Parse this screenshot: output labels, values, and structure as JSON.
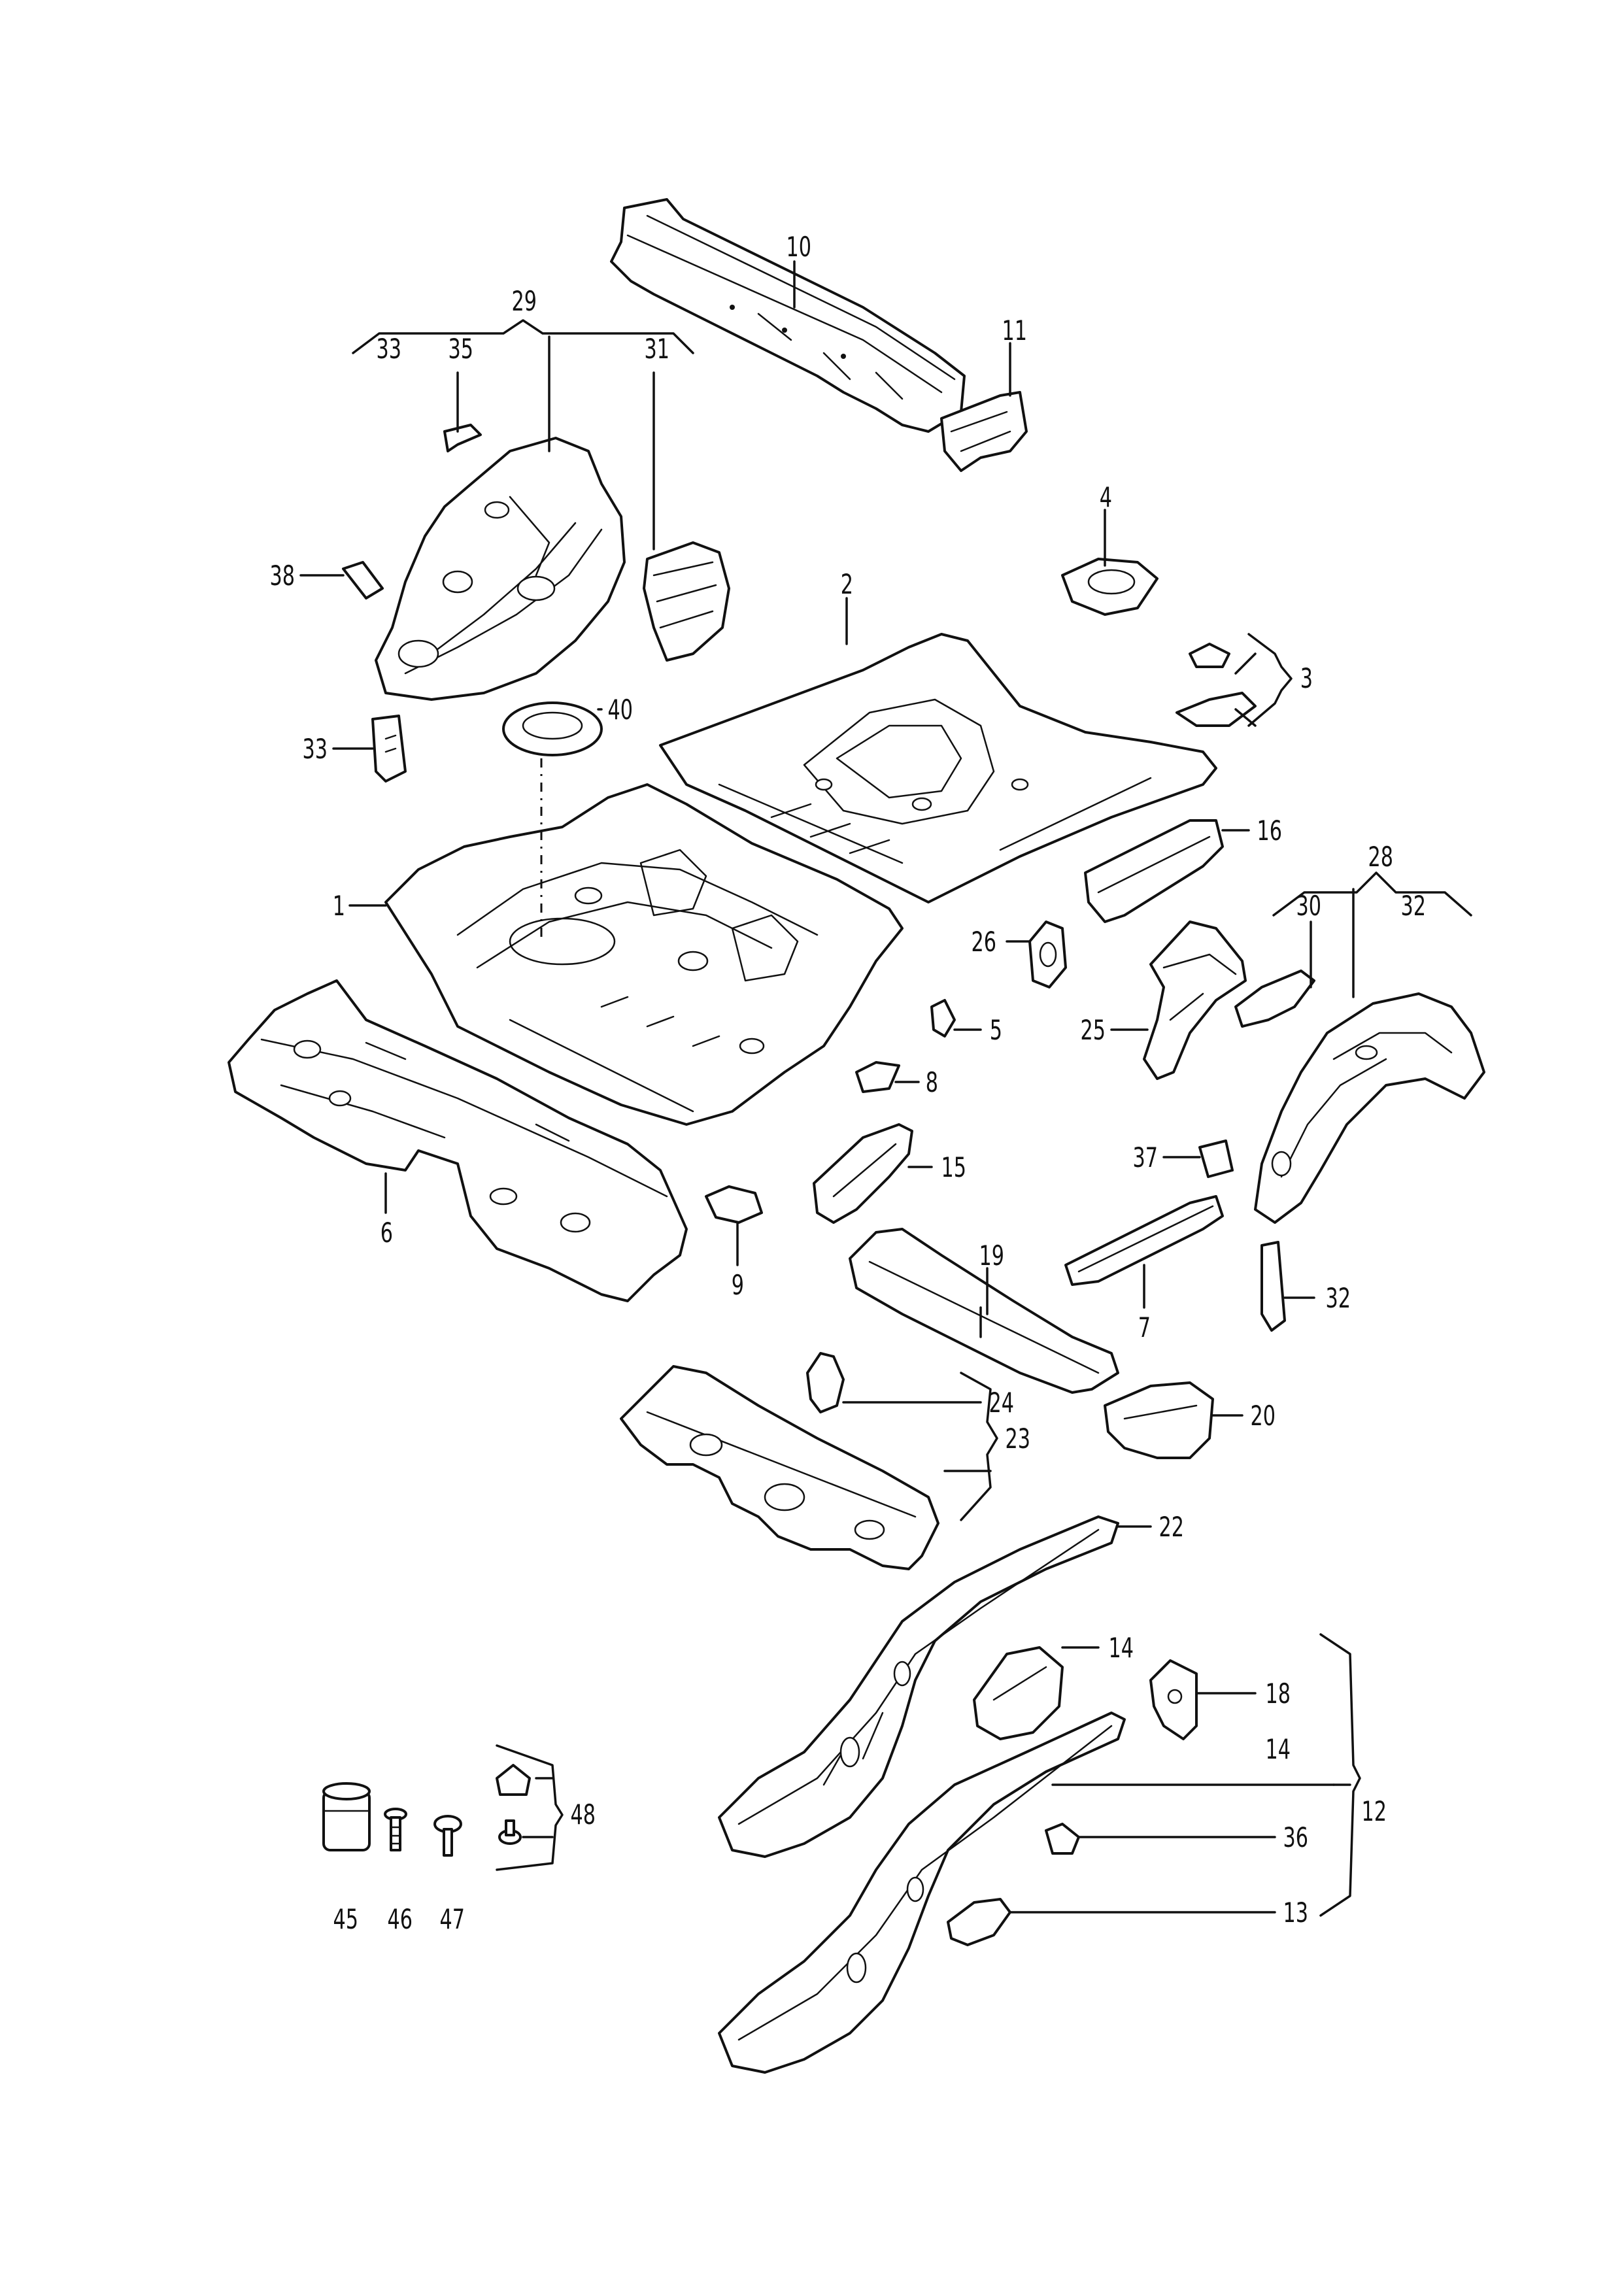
{
  "callouts": {
    "c1": "1",
    "c2": "2",
    "c3": "3",
    "c4": "4",
    "c5": "5",
    "c6": "6",
    "c7": "7",
    "c8": "8",
    "c9": "9",
    "c10": "10",
    "c11": "11",
    "c12": "12",
    "c13": "13",
    "c14a": "14",
    "c14b": "14",
    "c15": "15",
    "c16": "16",
    "c18": "18",
    "c19": "19",
    "c20": "20",
    "c22": "22",
    "c23": "23",
    "c24": "24",
    "c25": "25",
    "c26": "26",
    "c28": "28",
    "c29": "29",
    "c30": "30",
    "c31": "31",
    "c32a": "32",
    "c32b": "32",
    "c33a": "33",
    "c33b": "33",
    "c35": "35",
    "c36": "36",
    "c37": "37",
    "c38": "38",
    "c40": "40",
    "c45": "45",
    "c46": "46",
    "c47": "47",
    "c48": "48"
  }
}
